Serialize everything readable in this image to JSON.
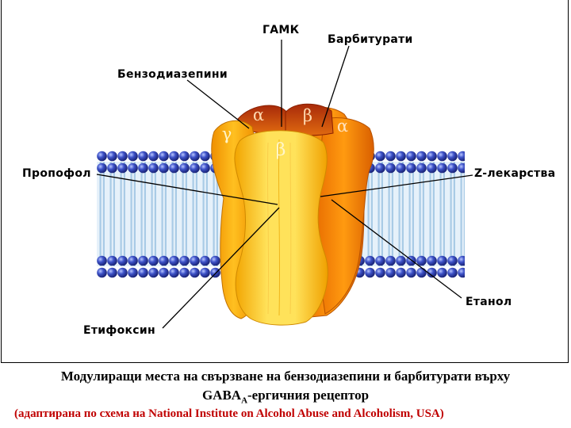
{
  "labels": {
    "gaba": "ГАМК",
    "barbiturates": "Барбитурати",
    "benzodiazepines": "Бензодиазепини",
    "propofol": "Пропофол",
    "z_drugs": "Z-лекарства",
    "ethanol": "Етанол",
    "etifoxine": "Етифоксин"
  },
  "subunits": {
    "alpha": "α",
    "beta": "β",
    "gamma": "γ"
  },
  "caption": {
    "line1": "Модулиращи места на свързване на бензодиазепини и барбитурати върху",
    "line2_prefix": "GABA",
    "line2_sub": "A",
    "line2_suffix": "-ергичния рецептор",
    "line3": "(адаптирана по схема на National Institute on Alcohol Abuse and Alcoholism, USA)"
  },
  "colors": {
    "membrane_head": "#3b4fc4",
    "membrane_tail": "#c9e0f2",
    "receptor_yellow": "#ffd21a",
    "receptor_orange": "#f08a00",
    "receptor_red": "#c8420f",
    "source_note": "#c00000"
  }
}
